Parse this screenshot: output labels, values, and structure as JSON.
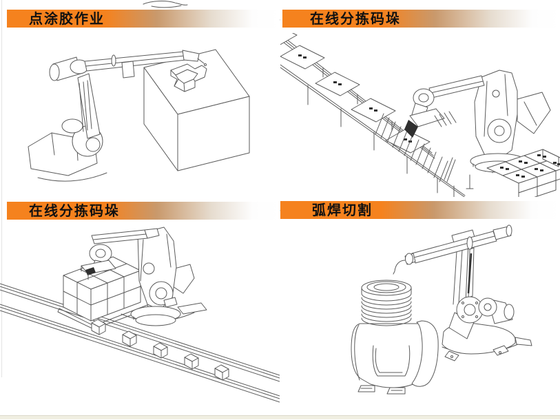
{
  "sections": [
    {
      "label": "点涂胶作业",
      "illustration": "robot-dispensing-glue-on-cube-workpiece"
    },
    {
      "label": "在线分拣码垛",
      "illustration": "robot-picking-trays-from-conveyor-to-pallet"
    },
    {
      "label": "在线分拣码垛",
      "illustration": "robot-palletizing-box-stack-beside-conveyor"
    },
    {
      "label": "弧焊切割",
      "illustration": "robot-arc-welding-coiled-workpiece-on-fixture"
    }
  ],
  "colors": {
    "banner_orange": "#f5821e",
    "banner_fade_mid": "#c9996c",
    "banner_text": "#111111",
    "line_art": "#5a5a5a",
    "bottom_strip": "#f0eee1",
    "page_background": "#ffffff"
  }
}
